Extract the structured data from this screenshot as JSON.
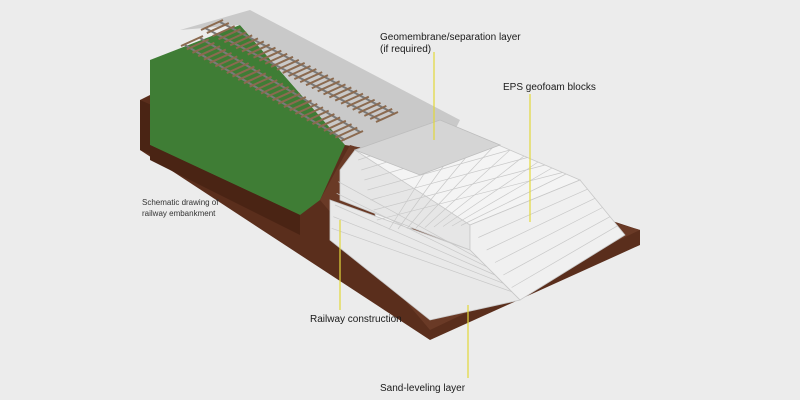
{
  "diagram": {
    "caption_line1": "Schematic drawing of",
    "caption_line2": "railway embankment",
    "label_geomembrane_line1": "Geomembrane/separation layer",
    "label_geomembrane_line2": "(if required)",
    "label_eps": "EPS geofoam blocks",
    "label_railway": "Railway construction",
    "label_sand": "Sand-leveling layer"
  },
  "colors": {
    "background": "#ececec",
    "grass": "#3f7d35",
    "soil": "#5a2e1c",
    "soil_dark": "#4a2414",
    "ballast": "#c9c9c9",
    "rail": "#7a7a7a",
    "sleeper": "#8b6a4f",
    "foam": "#f4f4f4",
    "foam_edge": "#c8c8c8",
    "callout": "#e2d83a"
  }
}
